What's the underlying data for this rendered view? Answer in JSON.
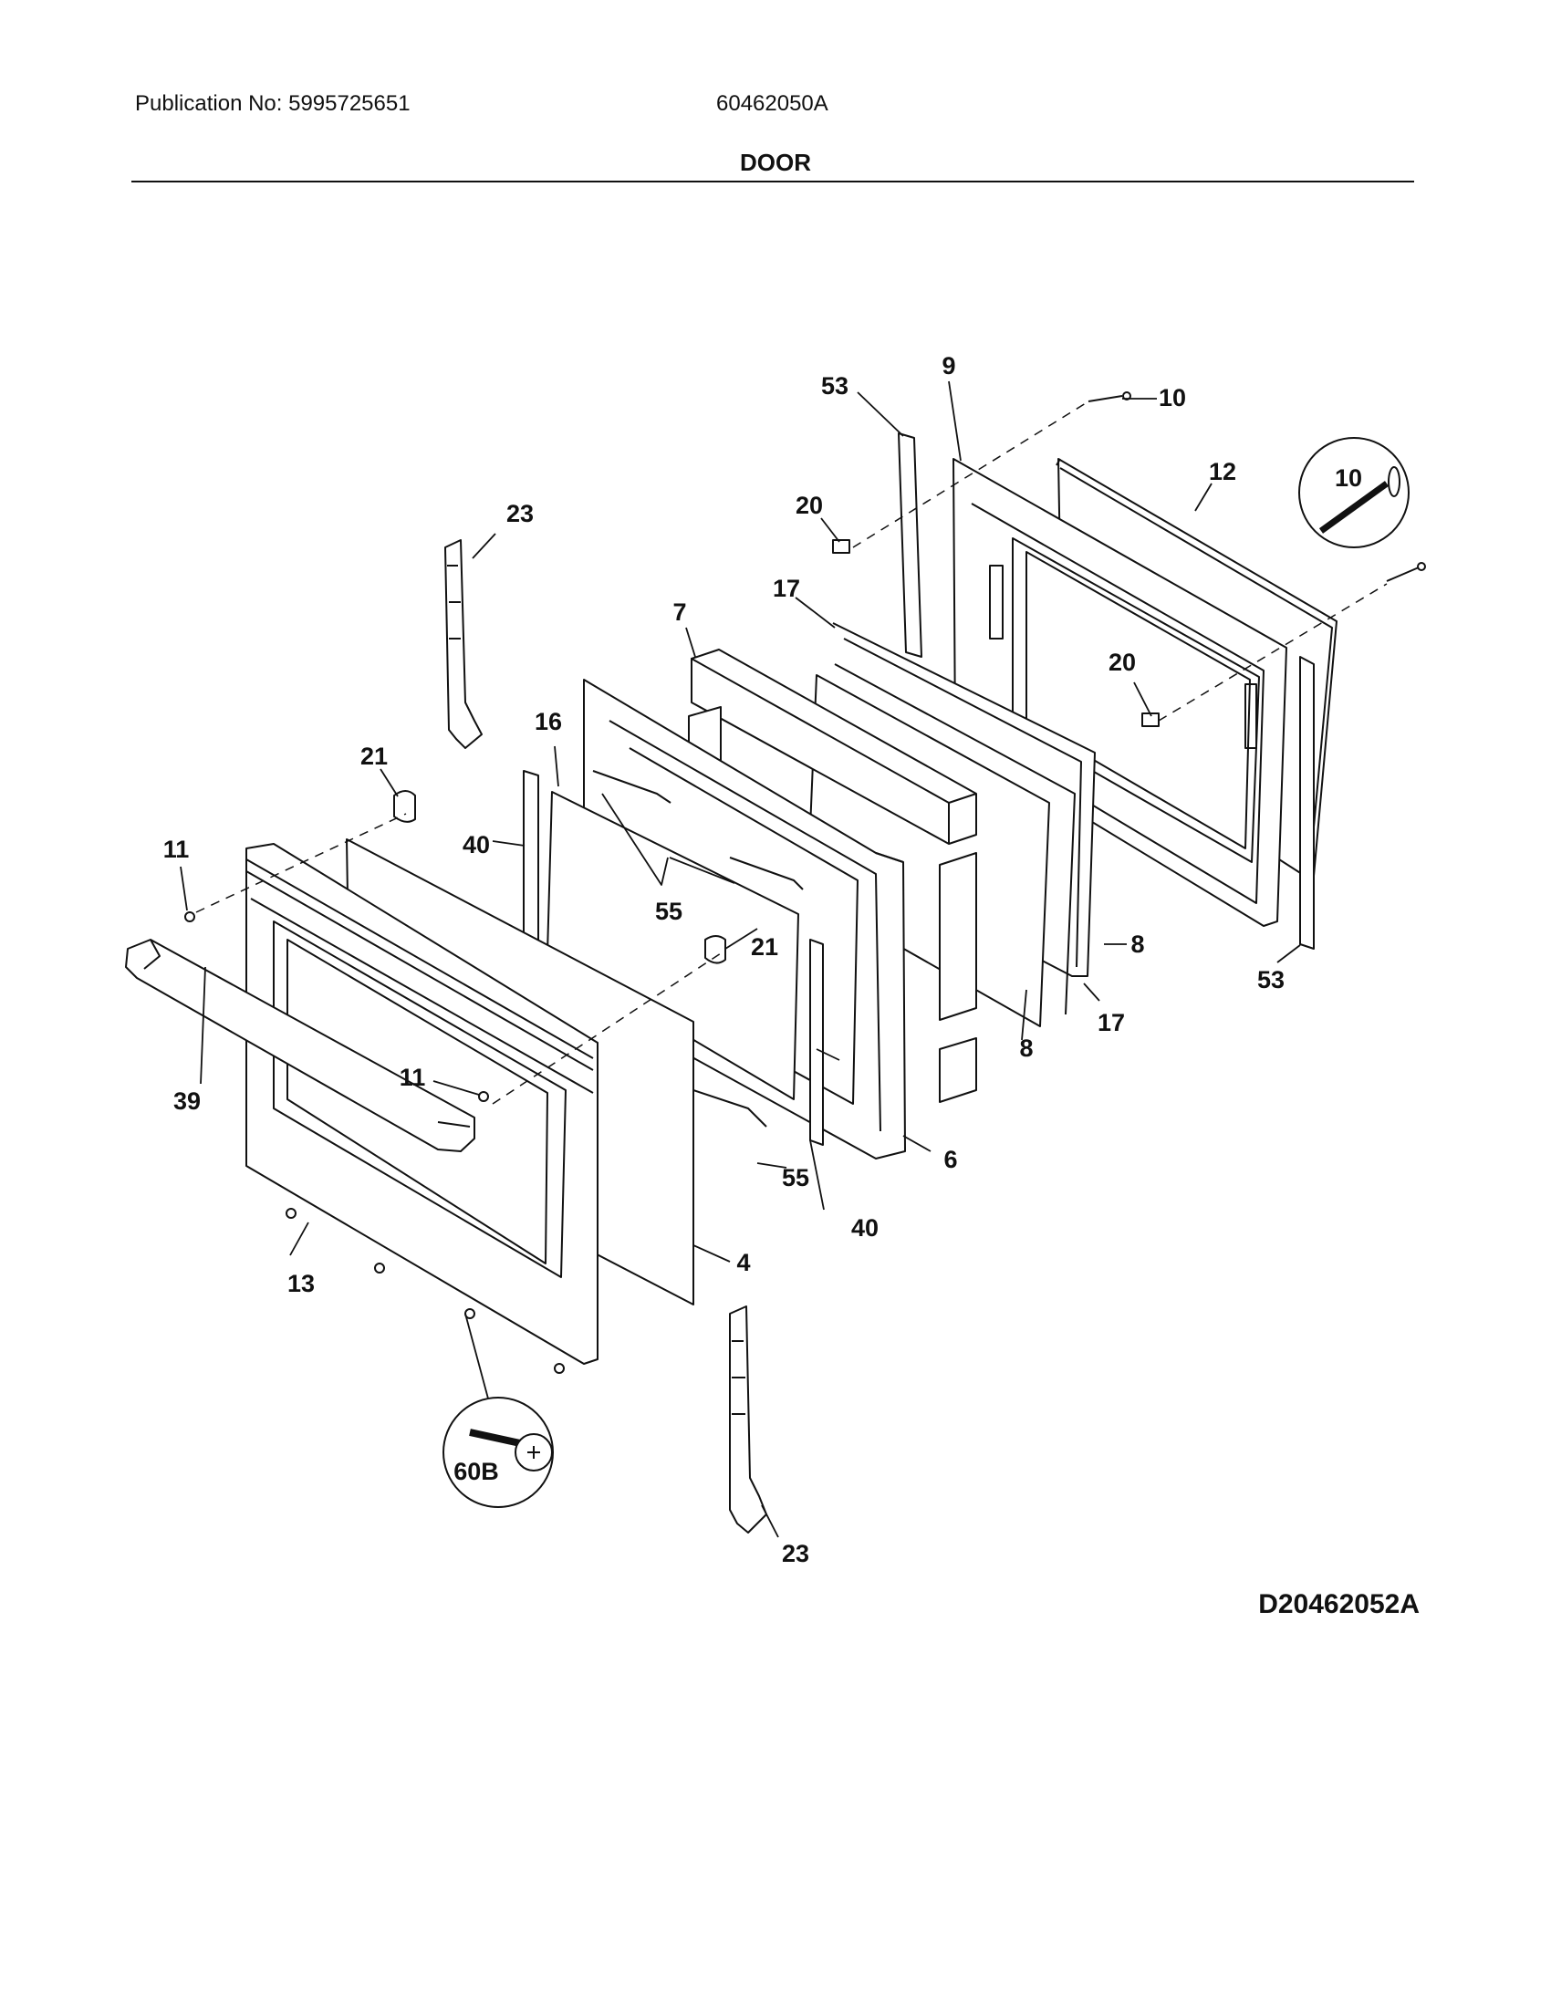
{
  "header": {
    "publication": "Publication No: 5995725651",
    "model": "60462050A"
  },
  "title": "DOOR",
  "drawing_number": "D20462052A",
  "callouts": {
    "c53a": "53",
    "c9": "9",
    "c10a": "10",
    "c10b": "10",
    "c12": "12",
    "c20a": "20",
    "c20b": "20",
    "c17a": "17",
    "c17b": "17",
    "c7": "7",
    "c23a": "23",
    "c23b": "23",
    "c16": "16",
    "c21a": "21",
    "c21b": "21",
    "c40a": "40",
    "c40b": "40",
    "c11a": "11",
    "c11b": "11",
    "c55a": "55",
    "c55b": "55",
    "c8a": "8",
    "c8b": "8",
    "c53b": "53",
    "c39": "39",
    "c6": "6",
    "c4": "4",
    "c13": "13",
    "c60b": "60B"
  }
}
